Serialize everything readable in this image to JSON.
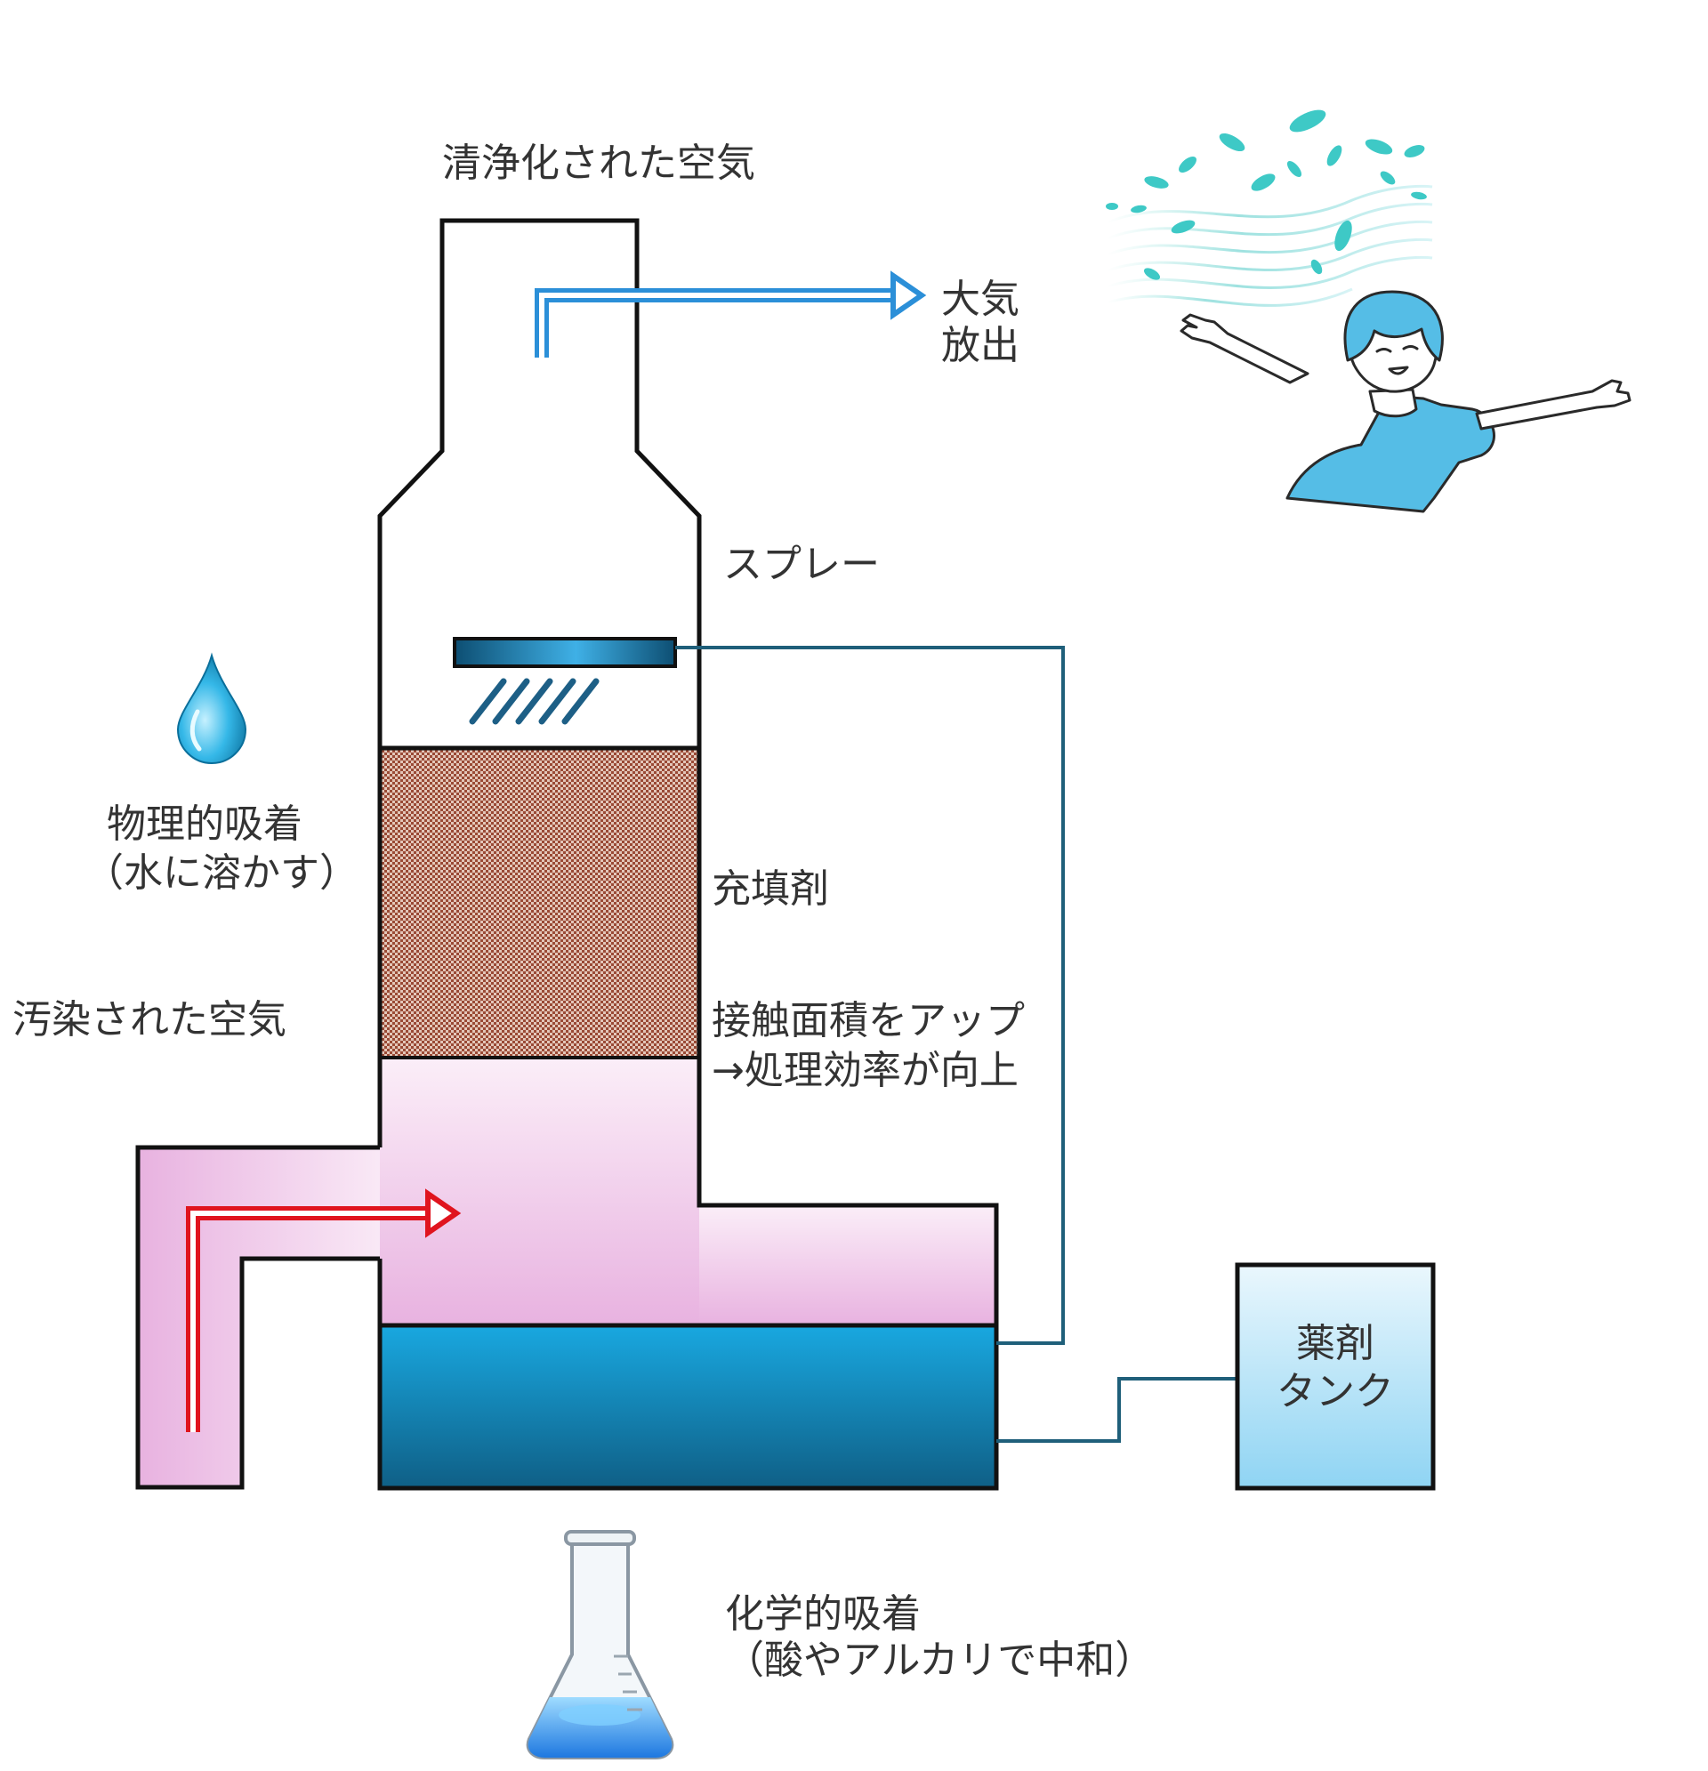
{
  "labels": {
    "clean_air": "清浄化された空気",
    "release_line1": "大気",
    "release_line2": "放出",
    "spray": "スプレー",
    "physical_line1": "物理的吸着",
    "physical_line2": "（水に溶かす）",
    "packing": "充填剤",
    "contact_line1": "接触面積をアップ",
    "contact_line2": "→処理効率が向上",
    "polluted_air": "汚染された空気",
    "tank_line1": "薬剤",
    "tank_line2": "タンク",
    "chemical_line1": "化学的吸着",
    "chemical_line2": "（酸やアルカリで中和）"
  },
  "colors": {
    "outline": "#111111",
    "clean_flow": "#2b8fd8",
    "polluted_flow": "#e0141e",
    "pipe_line": "#1f5f7a",
    "water_top": "#19a8e0",
    "water_bottom": "#0f5f86",
    "pink_light": "#fbeef8",
    "pink_dark": "#e8b2e0",
    "packing_bg": "#e3c7b9",
    "packing_dot": "#9a4a35",
    "tank_top": "#eaf7fd",
    "tank_bottom": "#8fd4f3",
    "person_shirt": "#55bde6",
    "leaf": "#3ec9c6"
  },
  "icons": [
    "water-drop-icon",
    "flask-icon",
    "relaxed-person-illustration",
    "fresh-breeze-illustration"
  ]
}
